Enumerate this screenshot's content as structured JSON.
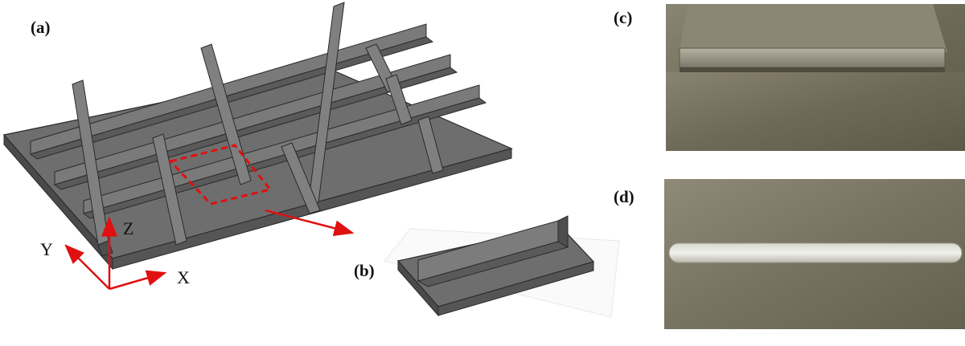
{
  "panels": {
    "a": {
      "label": "(a)"
    },
    "b": {
      "label": "(b)"
    },
    "c": {
      "label": "(c)"
    },
    "d": {
      "label": "(d)"
    }
  },
  "axes": {
    "x": "X",
    "y": "Y",
    "z": "Z"
  },
  "colors": {
    "part_top": "#6f6f6f",
    "part_side": "#4b4b4b",
    "part_edge": "#2a2a2a",
    "highlight": "#e01010",
    "photo_metal": "#7a7563"
  },
  "icons": [
    "coordinate-axes-icon",
    "arrow-icon",
    "dashed-region-icon"
  ]
}
